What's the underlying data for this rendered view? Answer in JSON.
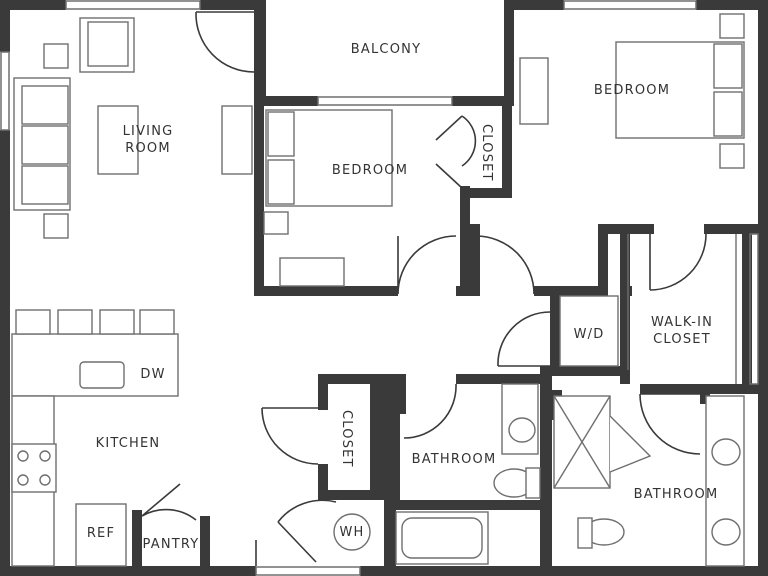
{
  "colors": {
    "wall": "#3a3a3a",
    "furniture": "#6f6f6f",
    "floor": "#ffffff",
    "text": "#333333"
  },
  "rooms": {
    "balcony": "BALCONY",
    "living_room_line1": "LIVING",
    "living_room_line2": "ROOM",
    "bedroom_center": "BEDROOM",
    "bedroom_right": "BEDROOM",
    "closet_bedroom": "CLOSET",
    "closet_hall": "CLOSET",
    "walk_in_line1": "WALK-IN",
    "walk_in_line2": "CLOSET",
    "washer_dryer": "W/D",
    "kitchen": "KITCHEN",
    "dishwasher": "DW",
    "refrigerator": "REF",
    "pantry": "PANTRY",
    "water_heater": "WH",
    "bathroom_center": "BATHROOM",
    "bathroom_right": "BATHROOM"
  }
}
